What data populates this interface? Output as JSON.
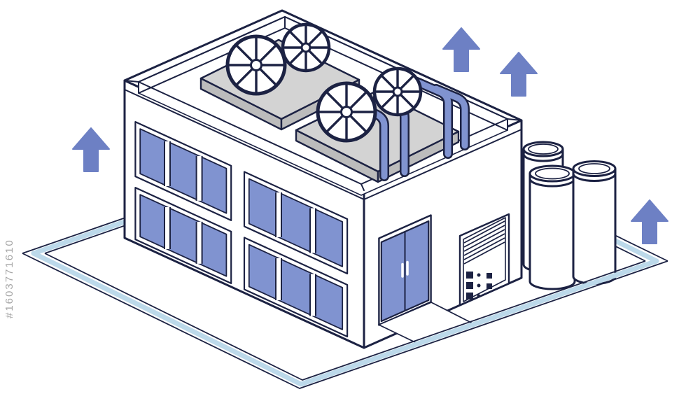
{
  "watermark": {
    "id_text": "#1603771610"
  },
  "colors": {
    "background": "#ffffff",
    "line_navy": "#1c2243",
    "periwinkle": "#8093d0",
    "arrow_blue": "#6d80c4",
    "plot_blue": "#bcd9ea",
    "equipment_gray": "#d3d3d3",
    "equipment_gray_dark": "#bcbcbc",
    "watermark_gray": "#a5a5a5"
  },
  "illustration": {
    "subject": "isometric-industrial-building-line-art",
    "icon_names": [
      "factory-building-icon",
      "hvac-fan-icon",
      "exhaust-pipes-icon",
      "storage-tank-icon",
      "entrance-door-icon",
      "control-panel-icon",
      "up-arrow-icon",
      "ground-plot-outline"
    ]
  }
}
